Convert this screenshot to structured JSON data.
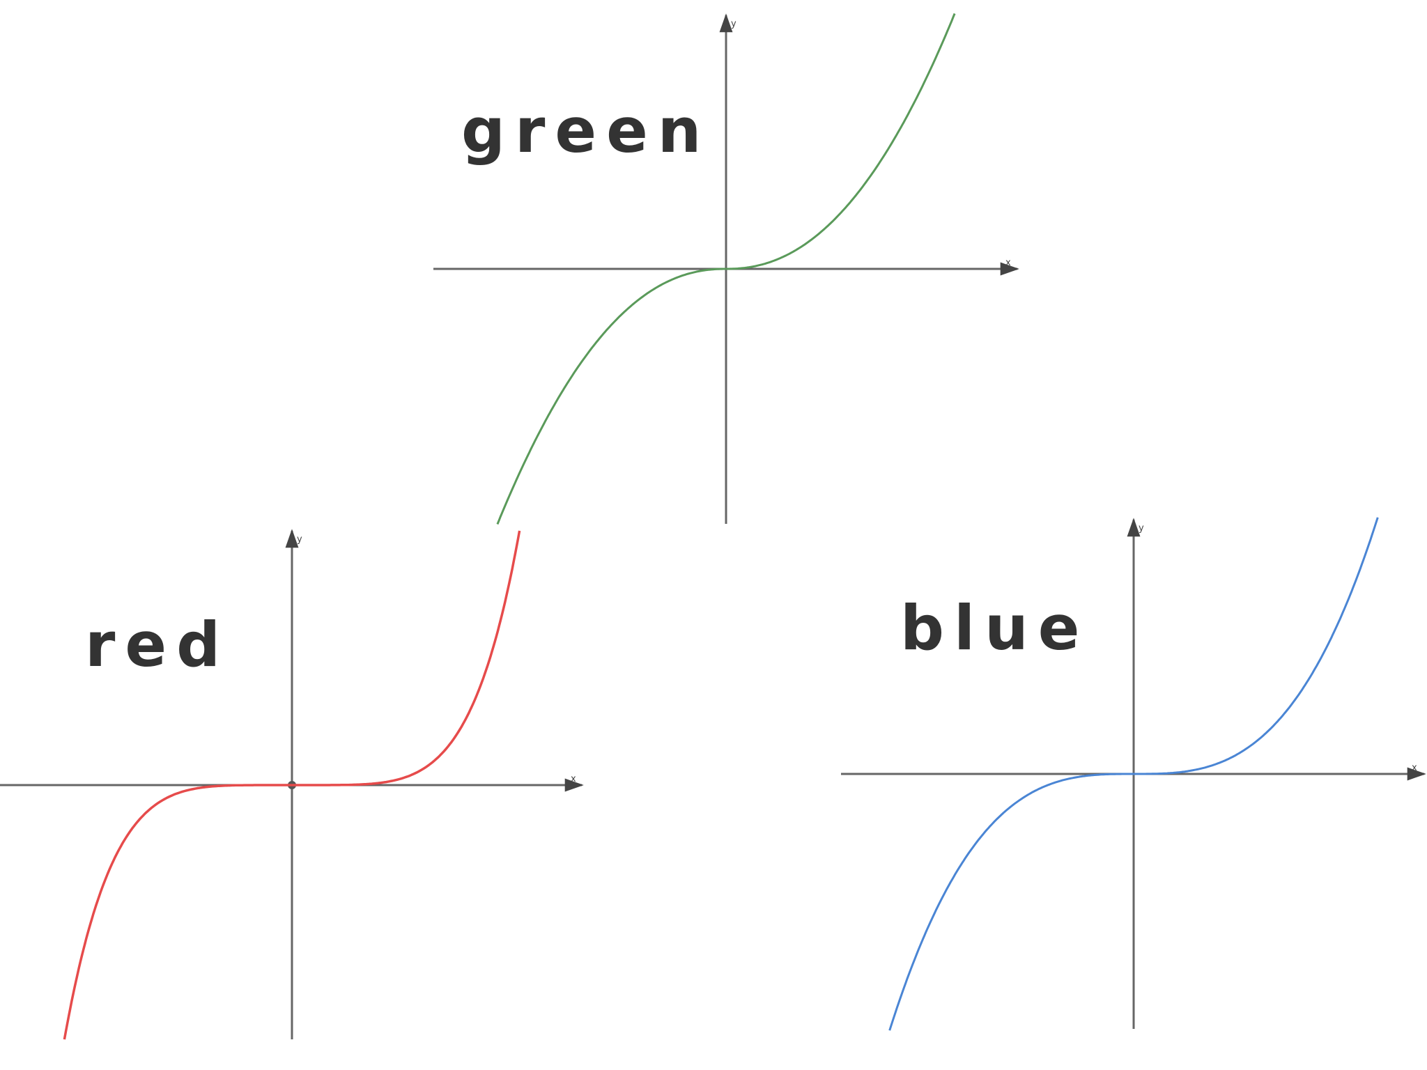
{
  "chart_data": [
    {
      "type": "line",
      "label": "green",
      "xlabel": "x",
      "ylabel": "y",
      "color": "#5a9a5a",
      "function": "cubic-like odd curve, y = 0.27*|x|^2.2*sign(x)",
      "xlim": [
        -4.2,
        4.2
      ],
      "ylim": [
        -3.7,
        3.7
      ]
    },
    {
      "type": "line",
      "label": "red",
      "xlabel": "x",
      "ylabel": "y",
      "color": "#e64b4b",
      "function": "y = x^5 (flat near origin)",
      "xlim": [
        -4.2,
        4.2
      ],
      "ylim": [
        -3.7,
        3.7
      ]
    },
    {
      "type": "line",
      "label": "blue",
      "xlabel": "x",
      "ylabel": "y",
      "color": "#4a85d4",
      "function": "y = x^3 (flat near origin)",
      "xlim": [
        -4.2,
        4.2
      ],
      "ylim": [
        -3.7,
        3.7
      ]
    }
  ],
  "colors": {
    "axis": "#666666",
    "text": "#333333"
  }
}
